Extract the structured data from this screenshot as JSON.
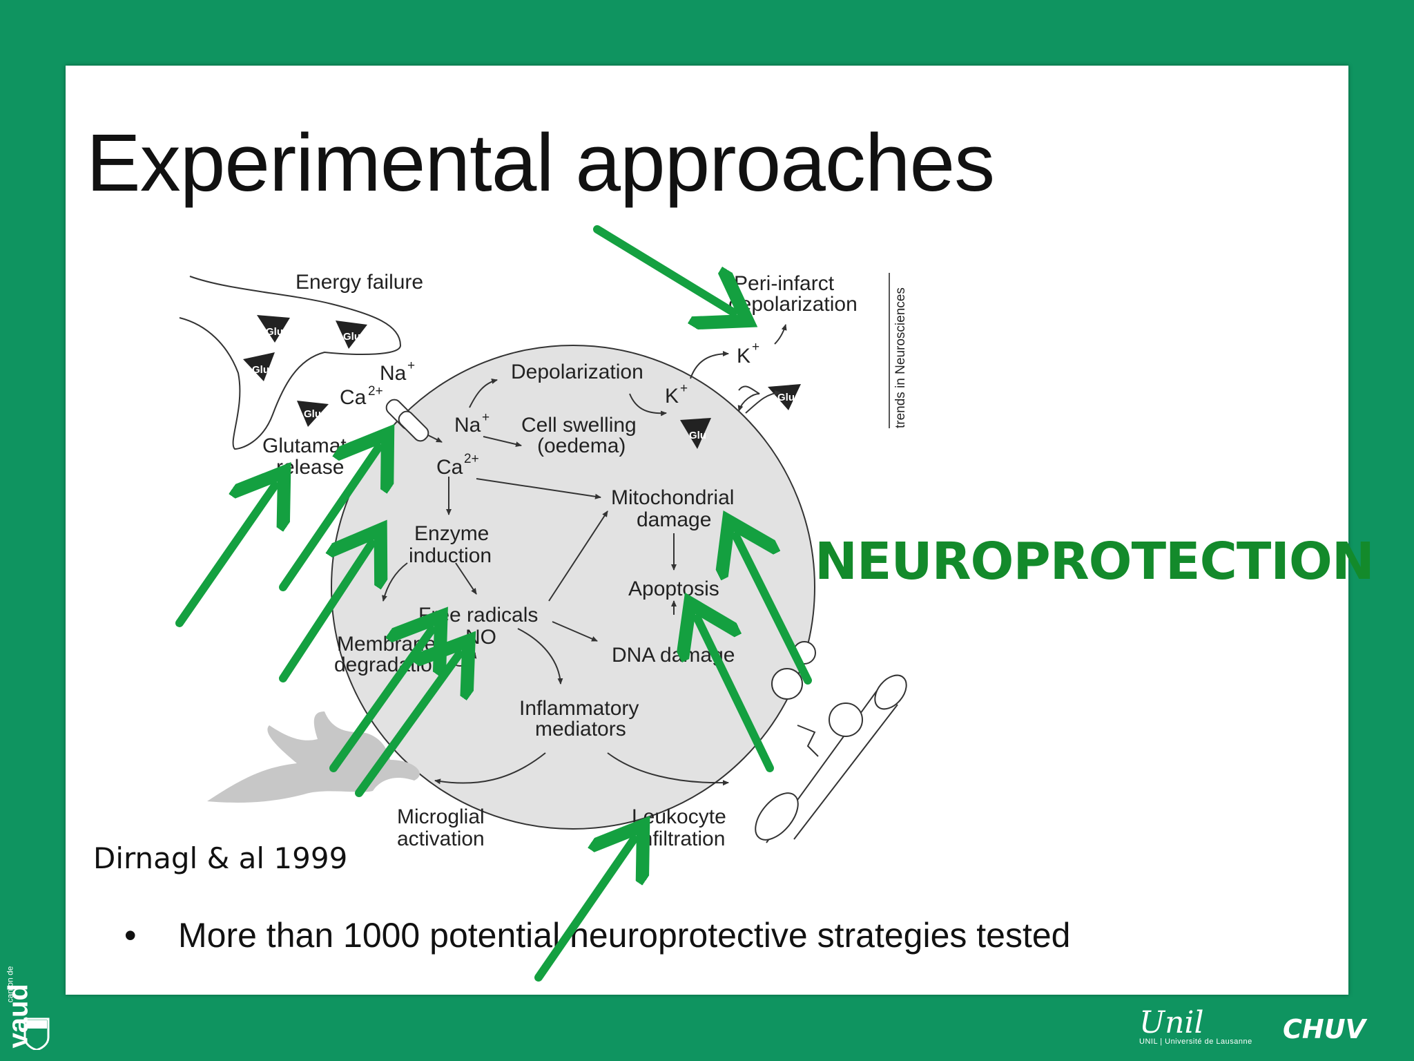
{
  "slide": {
    "title": "Experimental approaches",
    "highlight": "NEUROPROTECTION",
    "citation": "Dirnagl & al 1999",
    "bullet_marker": "•",
    "bullet": "More than 1000 potential neuroprotective strategies tested"
  },
  "diagram": {
    "labels": {
      "energy_failure": "Energy failure",
      "peri_infarct_1": "Peri-infarct",
      "peri_infarct_2": "depolarization",
      "journal": "trends in Neurosciences",
      "na_top": "Na",
      "ca_top": "Ca",
      "depolarization": "Depolarization",
      "k_inner": "K",
      "k_outer": "K",
      "na_inner": "Na",
      "cell_swelling_1": "Cell swelling",
      "cell_swelling_2": "(oedema)",
      "glutamate_1": "Glutamate",
      "glutamate_2": "release",
      "ca_inner": "Ca",
      "mito_1": "Mitochondrial",
      "mito_2": "damage",
      "enzyme_1": "Enzyme",
      "enzyme_2": "induction",
      "apoptosis": "Apoptosis",
      "free_radicals": "Free radicals",
      "no": "NO",
      "membrane_1": "Membrane",
      "membrane_2": "degradation",
      "dna_damage": "DNA damage",
      "inflammatory_1": "Inflammatory",
      "inflammatory_2": "mediators",
      "microglial_1": "Microglial",
      "microglial_2": "activation",
      "leukocyte_1": "Leukocyte",
      "leukocyte_2": "infiltration",
      "glu": "Glu",
      "plus": "+",
      "two_plus": "2+"
    }
  },
  "footer": {
    "canton_small": "canton de",
    "canton": "vaud",
    "unil": "Unil",
    "unil_sub": "UNIL | Université de Lausanne",
    "chuv": "CHUV"
  },
  "colors": {
    "background": "#0f9460",
    "arrow": "#14a040",
    "highlight": "#138a2b"
  }
}
